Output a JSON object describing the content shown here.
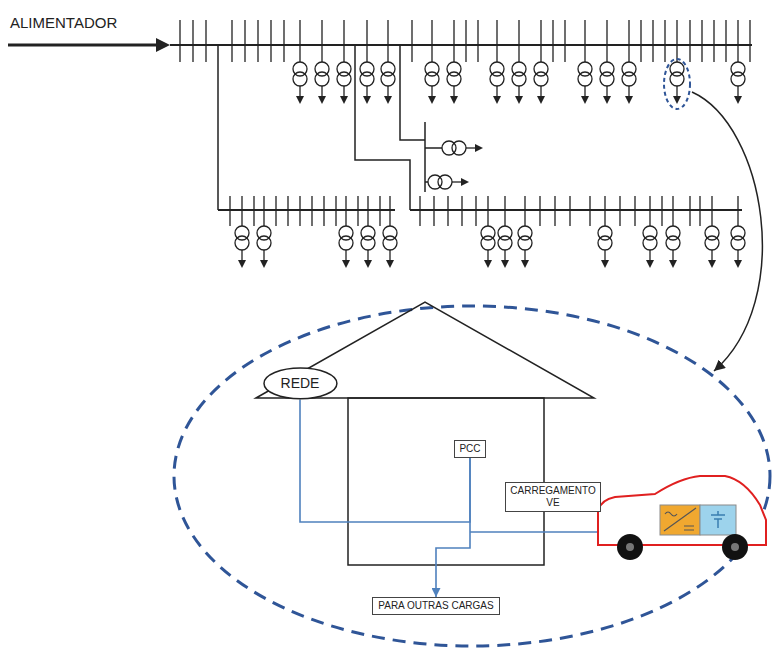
{
  "diagram": {
    "nodes": [
      {
        "text": [
          "REDE"
        ]
      },
      {
        "text": [
          "PCC"
        ]
      },
      {
        "text": [
          "CARREGAMENTO VE"
        ]
      },
      {
        "text": [
          "PARA OUTRAS CARGAS"
        ]
      }
    ],
    "edges": [
      {
        "from": 0,
        "to": 1,
        "arrow": "none"
      },
      {
        "from": 1,
        "to": 3,
        "arrow": "to"
      }
    ],
    "labels": [
      "ALIMENTADOR"
    ]
  }
}
